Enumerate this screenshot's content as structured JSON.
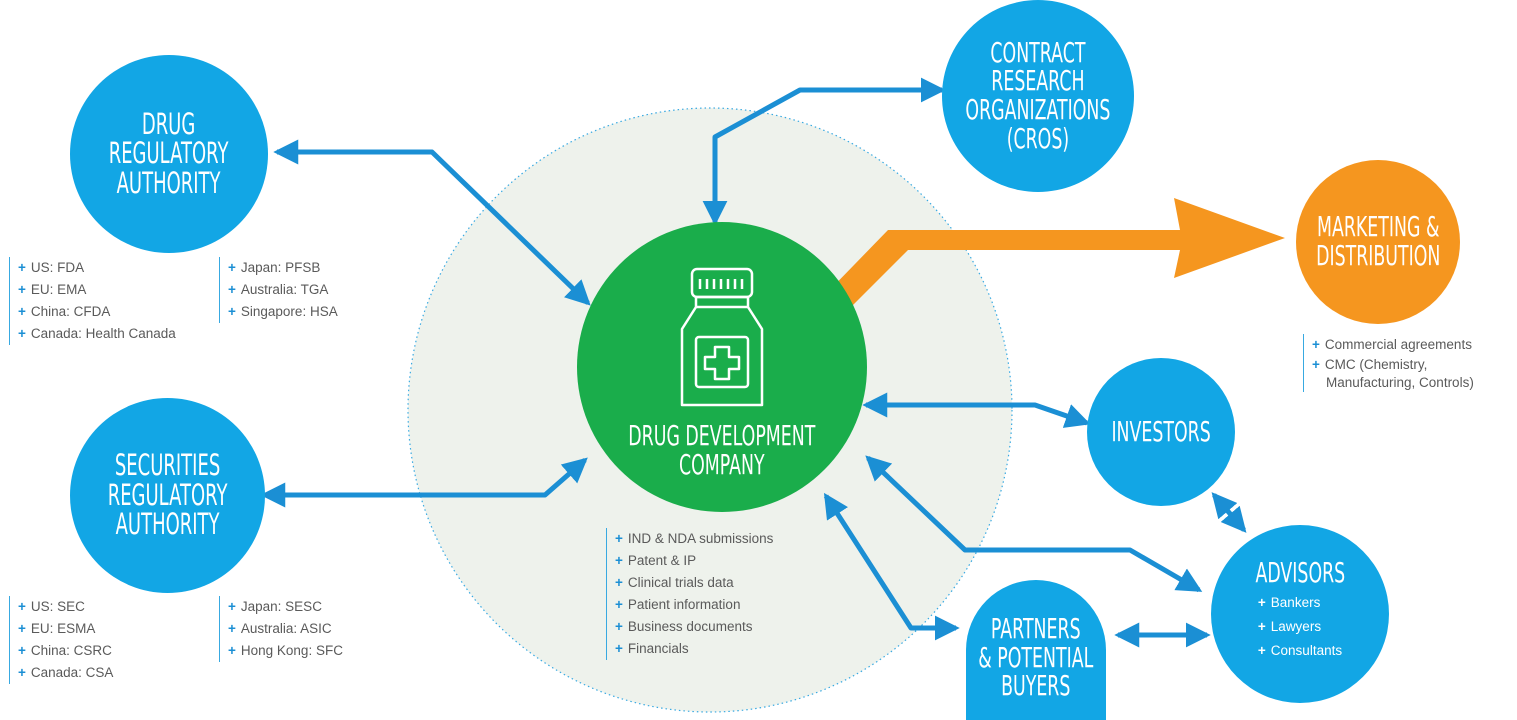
{
  "nodes": {
    "drug_regulatory": {
      "title": "DRUG\nREGULATORY\nAUTHORITY"
    },
    "securities_regulatory": {
      "title": "SECURITIES\nREGULATORY\nAUTHORITY"
    },
    "cro": {
      "title": "CONTRACT\nRESEARCH\nORGANIZATIONS\n(CROS)"
    },
    "marketing": {
      "title": "MARKETING &\nDISTRIBUTION"
    },
    "company": {
      "title": "DRUG DEVELOPMENT\nCOMPANY"
    },
    "investors": {
      "title": "INVESTORS"
    },
    "advisors": {
      "title": "ADVISORS"
    },
    "partners": {
      "title": "PARTNERS\n& POTENTIAL\nBUYERS"
    }
  },
  "lists": {
    "drug_reg_col1": [
      "US: FDA",
      "EU: EMA",
      "China: CFDA",
      "Canada: Health Canada"
    ],
    "drug_reg_col2": [
      "Japan: PFSB",
      "Australia: TGA",
      "Singapore: HSA"
    ],
    "sec_reg_col1": [
      "US: SEC",
      "EU: ESMA",
      "China: CSRC",
      "Canada: CSA"
    ],
    "sec_reg_col2": [
      "Japan: SESC",
      "Australia: ASIC",
      "Hong Kong: SFC"
    ],
    "marketing": [
      "Commercial agreements",
      "CMC (Chemistry,",
      "Manufacturing, Controls)"
    ],
    "company": [
      "IND & NDA submissions",
      "Patent & IP",
      "Clinical trials data",
      "Patient information",
      "Business documents",
      "Financials"
    ],
    "advisors": [
      "Bankers",
      "Lawyers",
      "Consultants"
    ]
  },
  "plus_symbol": "+",
  "colors": {
    "blue": "#12a6e5",
    "orange": "#f5961f",
    "green": "#1aad4b",
    "arrow_blue": "#1b8fd4",
    "halo": "#eef2ec"
  },
  "icons": {
    "company": "medicine-bottle-icon"
  }
}
